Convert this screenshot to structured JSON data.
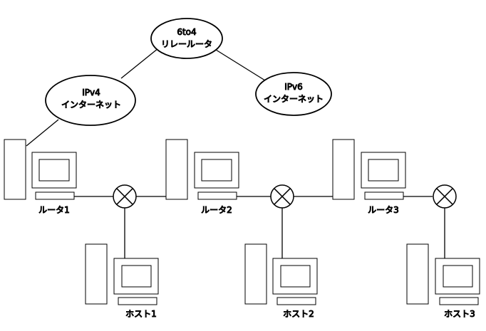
{
  "clouds": {
    "relay": {
      "title": "6to4",
      "subtitle": "リレールータ"
    },
    "ipv4": {
      "title": "IPv4",
      "subtitle": "インターネット"
    },
    "ipv6": {
      "title": "IPv6",
      "subtitle": "インターネット"
    }
  },
  "routers": [
    {
      "label": "ルータ1"
    },
    {
      "label": "ルータ2"
    },
    {
      "label": "ルータ3"
    }
  ],
  "hosts": [
    {
      "label": "ホスト1"
    },
    {
      "label": "ホスト2"
    },
    {
      "label": "ホスト3"
    }
  ],
  "colors": {
    "stroke": "#000000",
    "fill": "#ffffff"
  }
}
